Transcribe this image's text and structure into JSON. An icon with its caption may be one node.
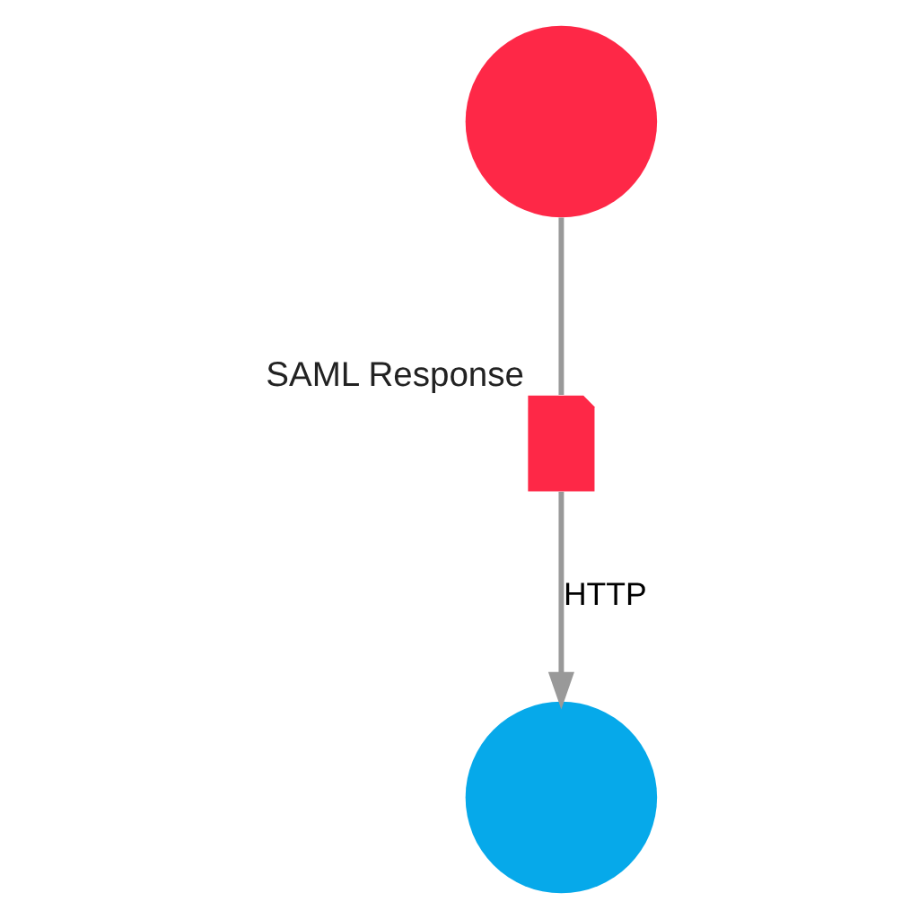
{
  "diagram": {
    "nodes": [
      {
        "text": [],
        "shape": "circle"
      },
      {
        "text": [],
        "shape": "document",
        "beside": [
          "SAML Response"
        ]
      },
      {
        "text": [],
        "shape": "circle"
      }
    ],
    "edges": [
      {
        "from": 0,
        "to": 1,
        "arrow": "none"
      },
      {
        "from": 1,
        "to": 2,
        "arrow": "to",
        "label": "HTTP"
      }
    ]
  }
}
